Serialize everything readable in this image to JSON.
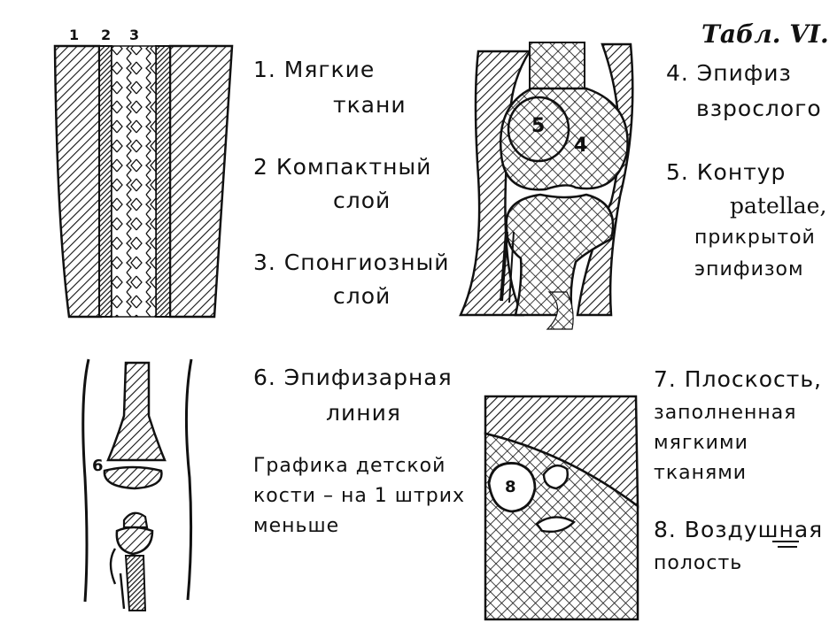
{
  "title": "Табл. VI.",
  "bone_layer_numbers": [
    "1",
    "2",
    "3"
  ],
  "labels": {
    "l1a": "1. Мягкие",
    "l1b": "ткани",
    "l2a": "2 Компактный",
    "l2b": "слой",
    "l3a": "3. Спонгиозный",
    "l3b": "слой",
    "l4a": "4. Эпифиз",
    "l4b": "взрослого",
    "l5a": "5. Контур",
    "l5b": "patellae,",
    "l5c": "прикрытой",
    "l5d": "эпифизом",
    "l6a": "6. Эпифизарная",
    "l6b": "линия",
    "g1": "Графика детской",
    "g2": "кости – на 1 штрих",
    "g3": "меньше",
    "l7a": "7. Плоскость,",
    "l7b": "заполненная",
    "l7c": "мягкими",
    "l7d": "тканями",
    "l8a": "8. Воздушная",
    "l8b": "полость"
  },
  "figure_markers": {
    "knee_4": "4",
    "knee_5": "5",
    "child_6": "6",
    "cavity_8": "8"
  },
  "colors": {
    "ink": "#111111",
    "paper": "#ffffff"
  }
}
